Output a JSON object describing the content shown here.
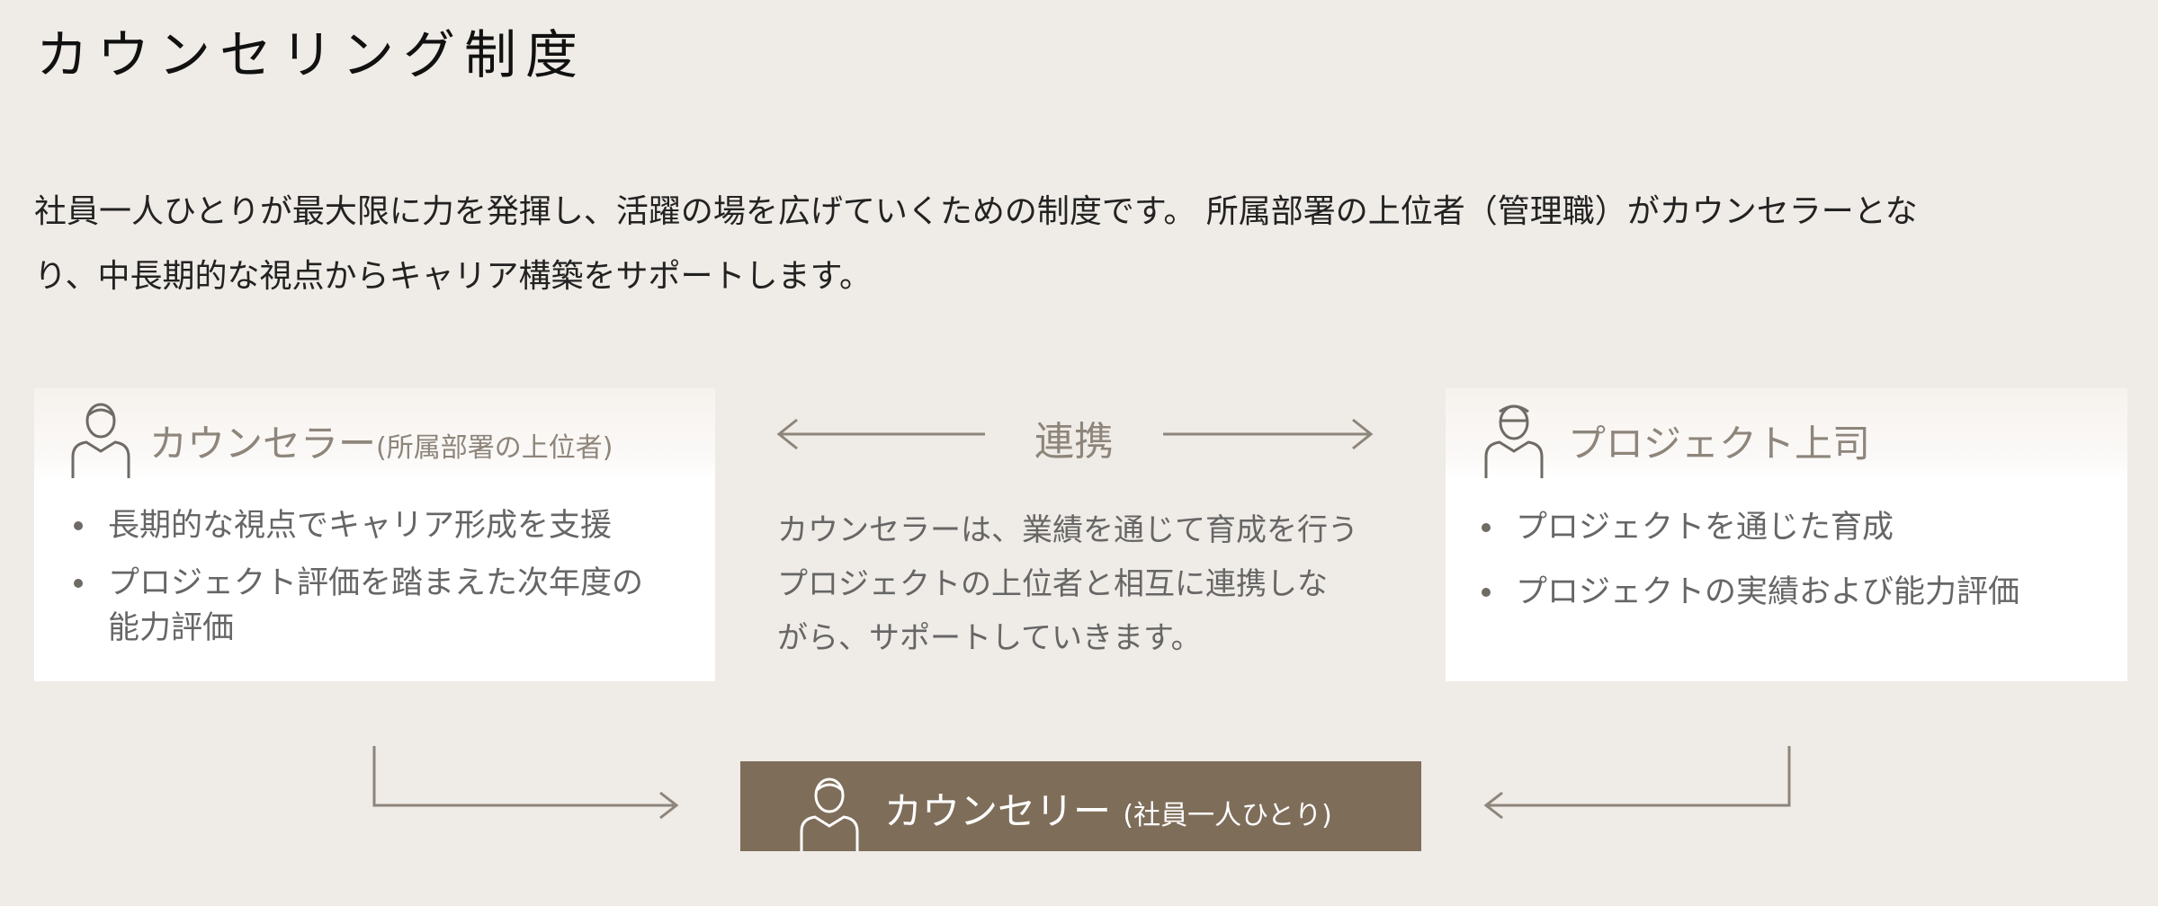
{
  "page": {
    "title": "カウンセリング制度",
    "intro_line1": "社員一人ひとりが最大限に力を発揮し、活躍の場を広げていくための制度です。 所属部署の上位者（管理職）がカウンセラーとな",
    "intro_line2": "り、中長期的な視点からキャリア構築をサポートします。"
  },
  "counselor_card": {
    "title": "カウンセラー",
    "subtitle": "(所属部署の上位者)",
    "icon": "person-icon",
    "items": [
      "長期的な視点でキャリア形成を支援",
      "プロジェクト評価を踏まえた次年度の",
      "能力評価"
    ]
  },
  "collaboration": {
    "label": "連携",
    "text_line1": "カウンセラーは、業績を通じて育成を行う",
    "text_line2": "プロジェクトの上位者と相互に連携しな",
    "text_line3": "がら、サポートしていきます。"
  },
  "project_card": {
    "title": "プロジェクト上司",
    "icon": "person-icon",
    "items": [
      "プロジェクトを通じた育成",
      "プロジェクトの実績および能力評価"
    ]
  },
  "counselee": {
    "title": "カウンセリー",
    "subtitle": "(社員一人ひとり)",
    "icon": "person-icon"
  },
  "colors": {
    "background": "#efebe6",
    "card": "#ffffff",
    "accent_brown": "#7e6d59",
    "muted_text": "#8e857b",
    "line": "#8e857b"
  }
}
